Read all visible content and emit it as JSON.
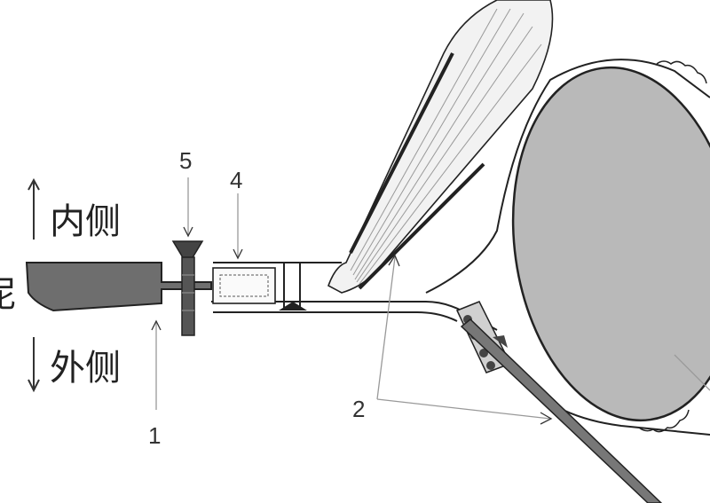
{
  "labels": {
    "inner": "内侧",
    "outer": "外侧",
    "edge_char": "泥",
    "callouts": [
      "1",
      "2",
      "4",
      "5"
    ]
  },
  "colors": {
    "plate": "#6e6e6e",
    "drum": "#b9b9b9",
    "line": "#222222",
    "leader": "#999999",
    "fan": "#f2f2f2"
  }
}
